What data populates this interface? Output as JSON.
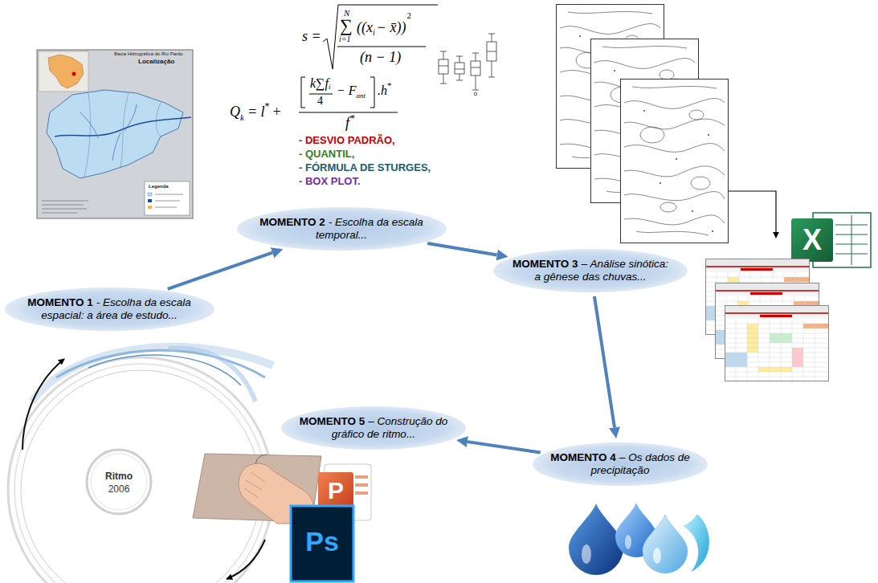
{
  "diagram": {
    "nodes": [
      {
        "text": [
          "MOMENTO 1",
          "- Escolha da escala espacial: a área de estudo..."
        ]
      },
      {
        "text": [
          "MOMENTO 2",
          "- Escolha da escala temporal..."
        ]
      },
      {
        "text": [
          "MOMENTO 3",
          "– Análise sinótica: a gênese das chuvas..."
        ]
      },
      {
        "text": [
          "MOMENTO 4",
          "– Os dados de precipitação"
        ]
      },
      {
        "text": [
          "MOMENTO 5",
          "– Construção do gráfico de ritmo..."
        ]
      }
    ],
    "edges": [
      {
        "from": 0,
        "to": 1,
        "arrow": "to"
      },
      {
        "from": 1,
        "to": 2,
        "arrow": "to"
      },
      {
        "from": 2,
        "to": 3,
        "arrow": "to"
      },
      {
        "from": 3,
        "to": 4,
        "arrow": "to"
      }
    ],
    "labels": [
      "s =",
      "N",
      "∑",
      "i=1",
      "((x",
      "i",
      "− x̄))",
      "2",
      "(n − 1)",
      "Q",
      "k",
      "= l",
      "*",
      "+",
      "k∑f",
      "i",
      "4",
      "− F",
      "ant",
      ".h",
      "*",
      "f",
      "*",
      "- DESVIO PADRÃO,",
      "- QUANTIL,",
      "- FÓRMULA DE STURGES,",
      "- BOX PLOT.",
      "Localização",
      "Bacia Hidrográfica do Rio Pardo",
      "Legenda",
      "X",
      "Ritmo",
      "2006",
      "P",
      "Ps"
    ]
  }
}
